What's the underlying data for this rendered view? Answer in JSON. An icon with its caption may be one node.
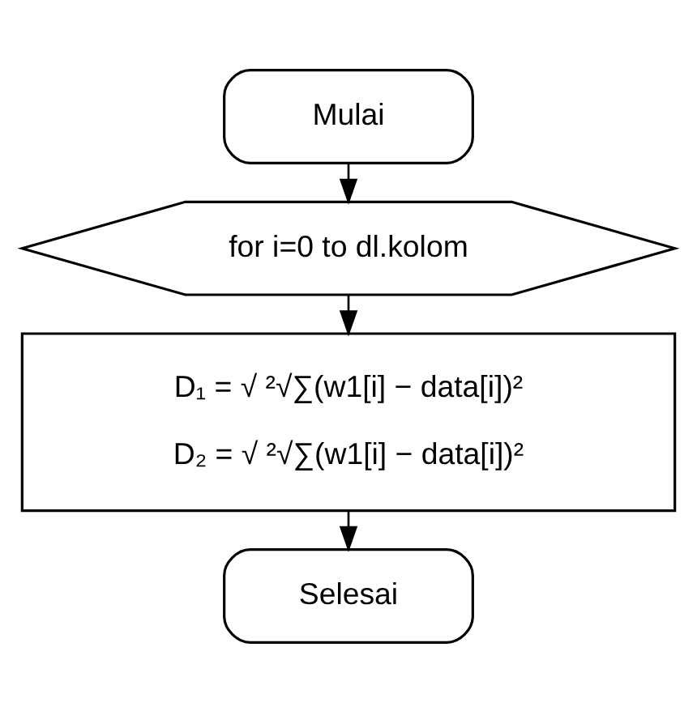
{
  "diagram": {
    "nodes": [
      {
        "text": [
          "Mulai"
        ]
      },
      {
        "text": [
          "for i=0 to dl.kolom"
        ]
      },
      {
        "text": [
          "D₁ = √ ²√∑(w1[i] − data[i])²",
          "D₂ = √ ²√∑(w1[i] − data[i])²"
        ]
      },
      {
        "text": [
          "Selesai"
        ]
      }
    ],
    "edges": [
      {
        "from": 0,
        "to": 1,
        "arrow": "to"
      },
      {
        "from": 1,
        "to": 2,
        "arrow": "to"
      },
      {
        "from": 2,
        "to": 3,
        "arrow": "to"
      }
    ]
  }
}
